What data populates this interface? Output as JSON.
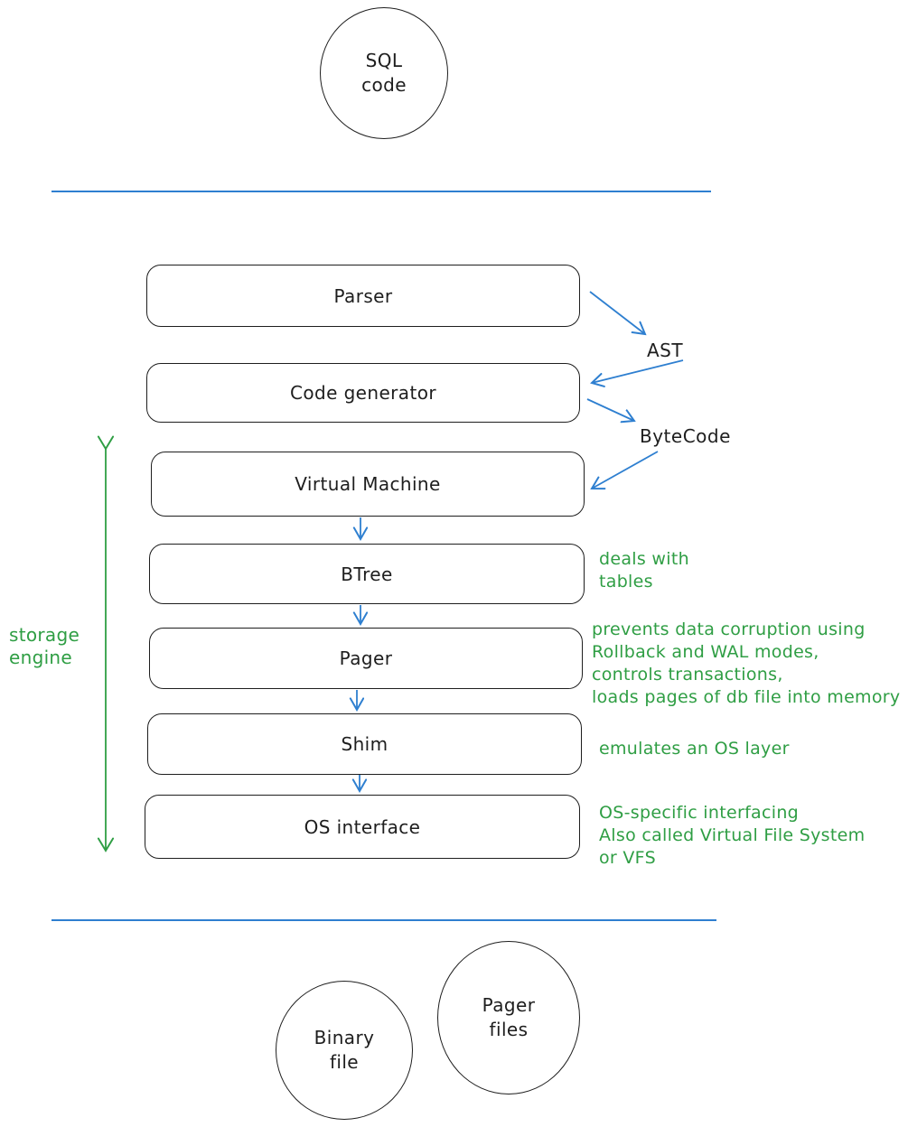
{
  "diagram": {
    "title_hint": "SQLite architecture sketch",
    "colors": {
      "stroke_black": "#1e1e1e",
      "arrow_blue": "#2e7fd0",
      "annotation_green": "#2f9e44",
      "background": "#ffffff"
    },
    "source_node": {
      "label": "SQL\ncode"
    },
    "pipeline_boxes": [
      {
        "label": "Parser"
      },
      {
        "label": "Code generator"
      },
      {
        "label": "Virtual Machine"
      },
      {
        "label": "BTree"
      },
      {
        "label": "Pager"
      },
      {
        "label": "Shim"
      },
      {
        "label": "OS interface"
      }
    ],
    "edge_labels": [
      {
        "label": "AST"
      },
      {
        "label": "ByteCode"
      }
    ],
    "side_label": "storage\nengine",
    "annotations": [
      {
        "for": "BTree",
        "text": "deals with\ntables"
      },
      {
        "for": "Pager",
        "text": "prevents data corruption using\nRollback and WAL modes,\ncontrols transactions,\nloads pages of db file into memory"
      },
      {
        "for": "Shim",
        "text": "emulates an OS layer"
      },
      {
        "for": "OS interface",
        "text": "OS-specific interfacing\nAlso called Virtual File System\nor VFS"
      }
    ],
    "bottom_nodes": [
      {
        "label": "Binary\nfile"
      },
      {
        "label": "Pager\nfiles"
      }
    ]
  }
}
